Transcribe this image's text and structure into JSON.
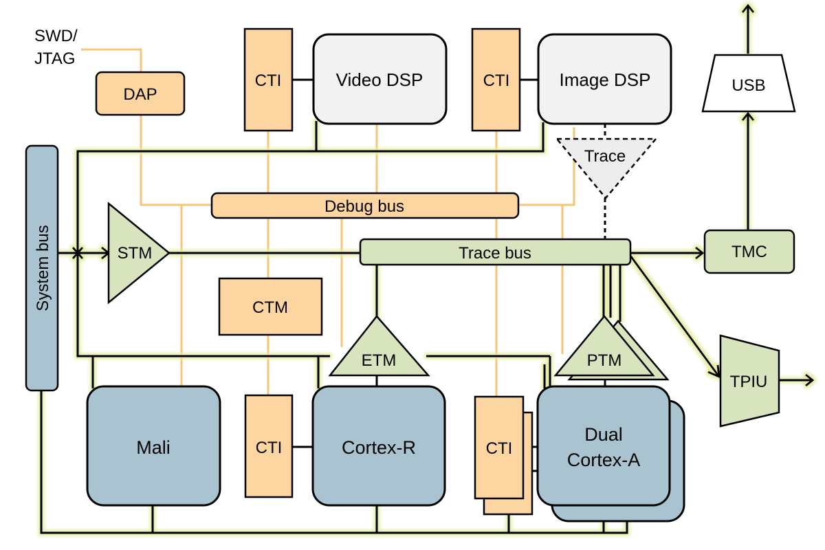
{
  "labels": {
    "swd": "SWD/",
    "jtag": "JTAG",
    "dap": "DAP",
    "cti_video": "CTI",
    "video_dsp": "Video DSP",
    "cti_image": "CTI",
    "image_dsp": "Image DSP",
    "usb": "USB",
    "trace_funnel": "Trace",
    "system_bus": "System bus",
    "debug_bus": "Debug bus",
    "stm": "STM",
    "trace_bus": "Trace bus",
    "tmc": "TMC",
    "ctm": "CTM",
    "etm": "ETM",
    "ptm": "PTM",
    "tpiu": "TPIU",
    "mali": "Mali",
    "cti_cortex_r": "CTI",
    "cortex_r": "Cortex-R",
    "cti_cortex_a": "CTI",
    "dual_cortex_a_line1": "Dual",
    "dual_cortex_a_line2": "Cortex-A"
  },
  "colors": {
    "debug_orange": "#fcd5a0",
    "debug_line": "#f5c57a",
    "trace_green": "#d7e4bd",
    "core_blue": "#a9c4d0",
    "dsp_gray": "#f2f2f2",
    "glow": "#eaf0b0"
  }
}
